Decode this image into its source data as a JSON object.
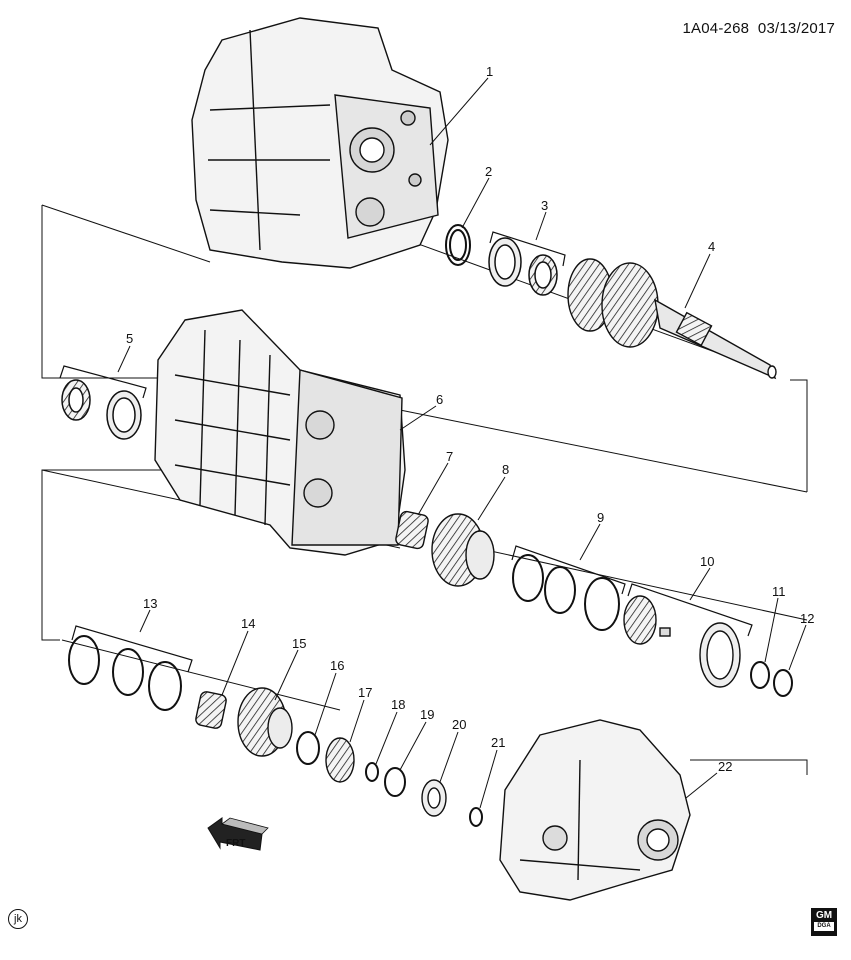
{
  "header": {
    "diagram_id": "1A04-268",
    "date": "03/13/2017"
  },
  "parts": [
    {
      "id": "1",
      "label": "1"
    },
    {
      "id": "2",
      "label": "2"
    },
    {
      "id": "3",
      "label": "3"
    },
    {
      "id": "4",
      "label": "4"
    },
    {
      "id": "5",
      "label": "5"
    },
    {
      "id": "6",
      "label": "6"
    },
    {
      "id": "7",
      "label": "7"
    },
    {
      "id": "8",
      "label": "8"
    },
    {
      "id": "9",
      "label": "9"
    },
    {
      "id": "10",
      "label": "10"
    },
    {
      "id": "11",
      "label": "11"
    },
    {
      "id": "12",
      "label": "12"
    },
    {
      "id": "13",
      "label": "13"
    },
    {
      "id": "14",
      "label": "14"
    },
    {
      "id": "15",
      "label": "15"
    },
    {
      "id": "16",
      "label": "16"
    },
    {
      "id": "17",
      "label": "17"
    },
    {
      "id": "18",
      "label": "18"
    },
    {
      "id": "19",
      "label": "19"
    },
    {
      "id": "20",
      "label": "20"
    },
    {
      "id": "21",
      "label": "21"
    },
    {
      "id": "22",
      "label": "22"
    }
  ],
  "front_arrow": {
    "label": "FRT"
  },
  "footer": {
    "figure_mark": "jk",
    "logo_top": "GM",
    "logo_bottom": "DGA"
  },
  "colors": {
    "line": "#111111",
    "background": "#ffffff",
    "shade": "#cfcfcf"
  }
}
